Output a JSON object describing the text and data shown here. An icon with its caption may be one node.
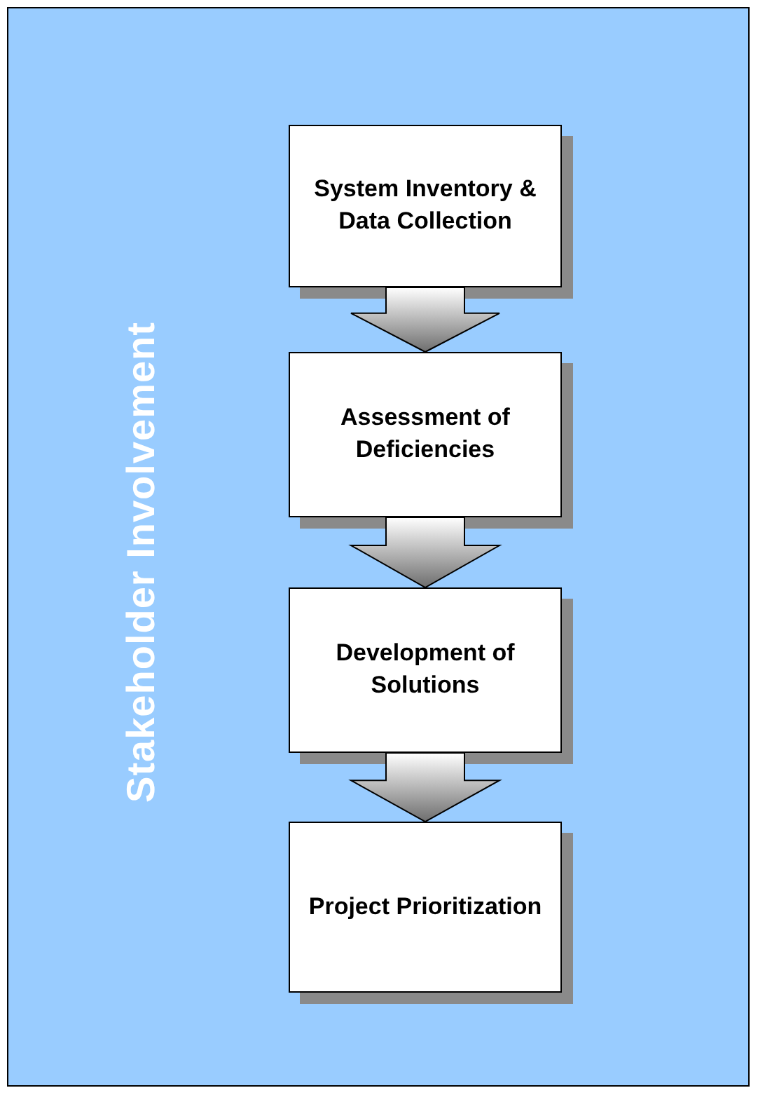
{
  "diagram": {
    "nodes": [
      {
        "text": [
          "Stakeholder Involvement"
        ]
      },
      {
        "text": [
          "System Inventory & Data Collection"
        ],
        "in": 0
      },
      {
        "text": [
          "Assessment of Deficiencies"
        ],
        "in": 0
      },
      {
        "text": [
          "Development of Solutions"
        ],
        "in": 0
      },
      {
        "text": [
          "Project Prioritization"
        ],
        "in": 0
      }
    ],
    "edges": [
      {
        "from": 1,
        "to": 2,
        "arrow": "to"
      },
      {
        "from": 2,
        "to": 3,
        "arrow": "to"
      },
      {
        "from": 3,
        "to": 4,
        "arrow": "to"
      }
    ]
  }
}
